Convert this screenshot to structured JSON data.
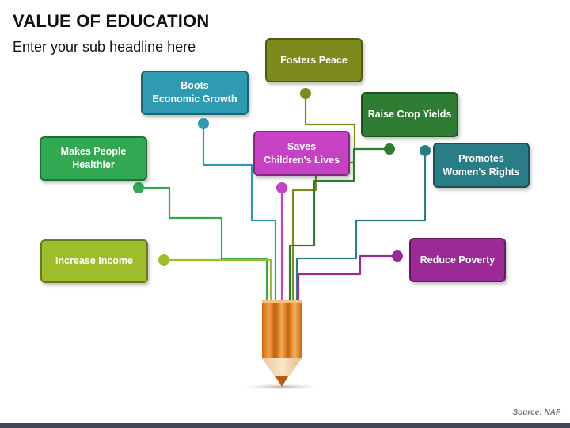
{
  "title": "VALUE OF EDUCATION",
  "subtitle": "Enter your sub headline here",
  "source": "Source: NAF",
  "nodes": [
    {
      "id": "fosters-peace",
      "label": "Fosters Peace",
      "color": "#7f8a1c"
    },
    {
      "id": "boots-economic-growth",
      "label": "Boots\nEconomic Growth",
      "color": "#2f9bb3"
    },
    {
      "id": "raise-crop-yields",
      "label": "Raise Crop Yields",
      "color": "#2e7d32"
    },
    {
      "id": "makes-people-healthier",
      "label": "Makes People\nHealthier",
      "color": "#32a852"
    },
    {
      "id": "saves-childrens-lives",
      "label": "Saves\nChildren's Lives",
      "color": "#c741c4"
    },
    {
      "id": "promotes-womens-rights",
      "label": "Promotes\nWomen's Rights",
      "color": "#2a7c86"
    },
    {
      "id": "increase-income",
      "label": "Increase Income",
      "color": "#9dbd2a"
    },
    {
      "id": "reduce-poverty",
      "label": "Reduce Poverty",
      "color": "#9b2a96"
    }
  ]
}
